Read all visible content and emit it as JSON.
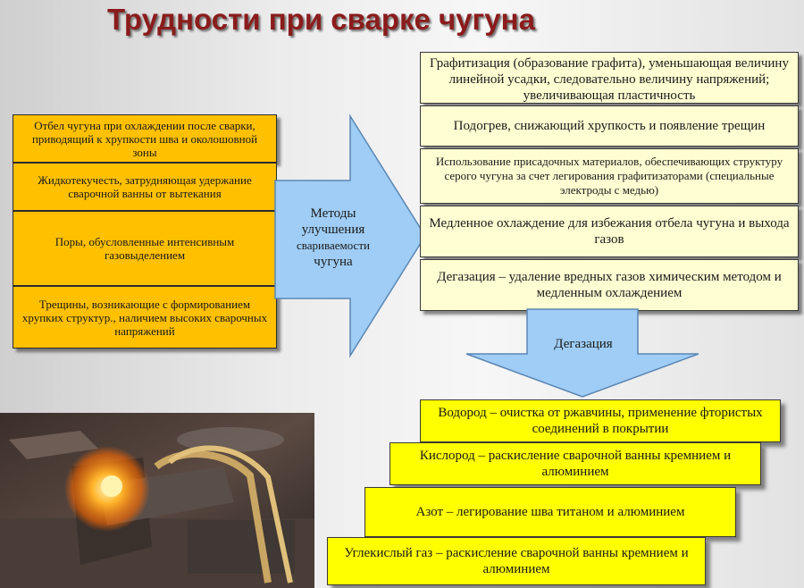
{
  "title": "Трудности при сварке чугуна",
  "difficulties": [
    "Отбел чугуна при охлаждении после сварки, приводящий к хрупкости шва и околошовной зоны",
    "Жидкотекучесть, затрудняющая удержание сварочной ванны от вытекания",
    "Поры, обусловленные интенсивным газовыделением",
    "Трещины, возникающие с формированием хрупких структур., наличием высоких сварочных напряжений"
  ],
  "center_arrow_label": [
    "Методы",
    "улучшения",
    "свариваемости",
    "чугуна"
  ],
  "methods": [
    "Графитизация (образование графита), уменьшающая величину линейной усадки, следовательно величину напряжений; увеличивающая пластичность",
    "Подогрев, снижающий хрупкость и появление трещин",
    "Использование присадочных материалов, обеспечивающих структуру серого чугуна за счет легирования графитизаторами (специальные электроды с медью)",
    "Медленное охлаждение для избежания отбела чугуна и выхода газов",
    "Дегазация – удаление вредных газов химическим методом и медленным охлаждением"
  ],
  "down_arrow_label": "Дегазация",
  "degassing": [
    "Водород – очистка от ржавчины, применение фтористых соединений в покрытии",
    "Кислород – раскисление сварочной ванны кремнием и алюминием",
    "Азот – легирование шва титаном и алюминием",
    "Углекислый газ – раскисление сварочной ванны кремнием и алюминием"
  ],
  "colors": {
    "title": "#8b1c1c",
    "orange_box": "#ffc000",
    "method_box": "#fffed2",
    "step_box": "#ffff00",
    "arrow_fill": "#9fcdf5"
  }
}
